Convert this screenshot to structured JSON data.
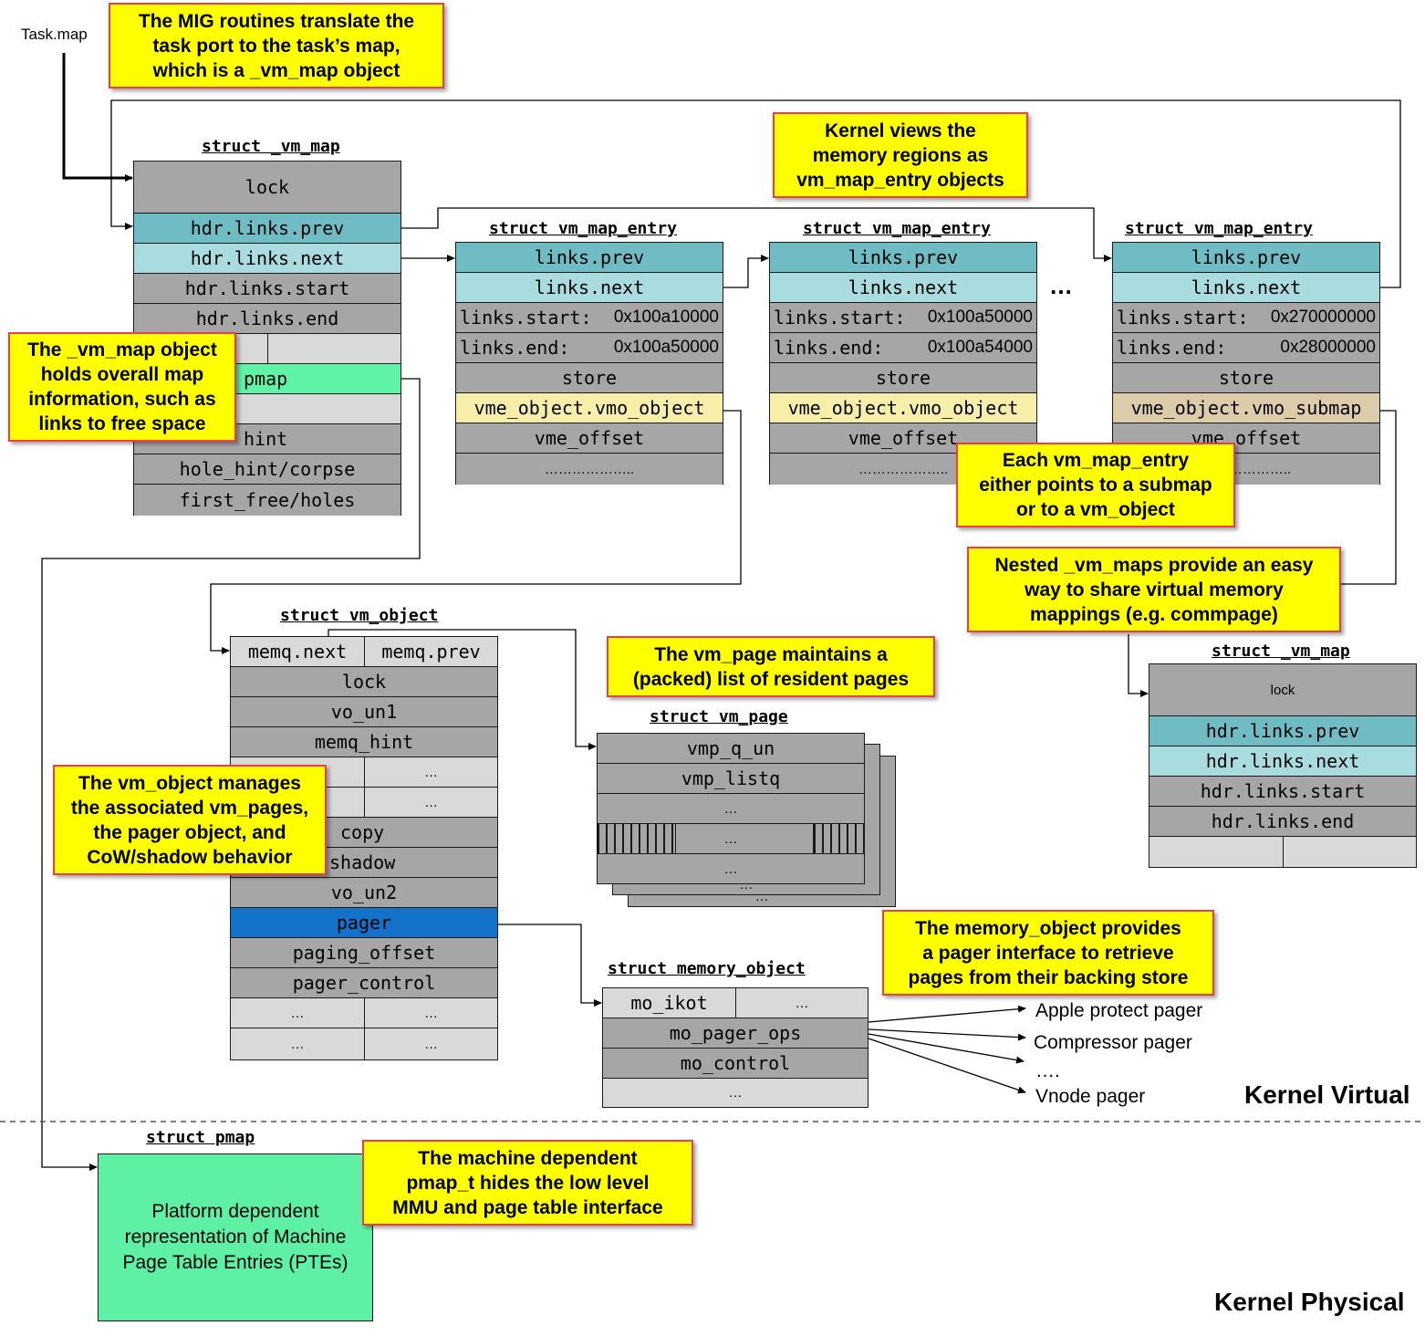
{
  "task_map_label": "Task.map",
  "vm_map": {
    "title": "struct _vm_map",
    "rows": [
      "lock",
      "hdr.links.prev",
      "hdr.links.next",
      "hdr.links.start",
      "hdr.links.end",
      "",
      "pmap",
      "",
      "hint",
      "hole_hint/corpse",
      "first_free/holes"
    ]
  },
  "entries": [
    {
      "title": "struct vm_map_entry",
      "prev": "links.prev",
      "next": "links.next",
      "start_label": "links.start:",
      "start_val": "0x100a10000",
      "end_label": "links.end:",
      "end_val": "0x100a50000",
      "store": "store",
      "object": "vme_object.vmo_object",
      "offset": "vme_offset",
      "more": "……………….."
    },
    {
      "title": "struct vm_map_entry",
      "prev": "links.prev",
      "next": "links.next",
      "start_label": "links.start:",
      "start_val": "0x100a50000",
      "end_label": "links.end:",
      "end_val": "0x100a54000",
      "store": "store",
      "object": "vme_object.vmo_object",
      "offset": "vme_offset",
      "more": "……………….."
    },
    {
      "title": "struct vm_map_entry",
      "prev": "links.prev",
      "next": "links.next",
      "start_label": "links.start:",
      "start_val": "0x270000000",
      "end_label": "links.end:",
      "end_val": "0x28000000",
      "store": "store",
      "object": "vme_object.vmo_submap",
      "offset": "vme_offset",
      "more": "……………….."
    }
  ],
  "ellipsis": "…",
  "vm_object": {
    "title": "struct vm_object",
    "memq_next": "memq.next",
    "memq_prev": "memq.prev",
    "rows": [
      "lock",
      "vo_un1",
      "memq_hint",
      "copy",
      "shadow",
      "vo_un2",
      "pager",
      "paging_offset",
      "pager_control"
    ],
    "dots": "…"
  },
  "vm_page": {
    "title": "struct vm_page",
    "rows": [
      "vmp_q_un",
      "vmp_listq",
      "…",
      "…",
      "…"
    ],
    "back_dots": "…"
  },
  "memory_object": {
    "title": "struct memory_object",
    "mo_ikot": "mo_ikot",
    "rows": [
      "mo_pager_ops",
      "mo_control"
    ],
    "dots": "…"
  },
  "pagers": [
    "Apple protect pager",
    "Compressor pager",
    "….",
    "Vnode pager"
  ],
  "submap": {
    "title": "struct _vm_map",
    "rows": [
      "lock",
      "hdr.links.prev",
      "hdr.links.next",
      "hdr.links.start",
      "hdr.links.end"
    ]
  },
  "pmap": {
    "title": "struct pmap",
    "text": [
      "Platform dependent",
      "representation of Machine",
      "Page Table Entries (PTEs)"
    ]
  },
  "notes": {
    "mig": [
      "The MIG routines translate the",
      "task port to the task’s map,",
      "which is a _vm_map  object"
    ],
    "kernel_views": [
      "Kernel views the",
      "memory regions as",
      "vm_map_entry objects"
    ],
    "vm_map_object": [
      "The _vm_map  object",
      "holds overall map",
      "information, such as",
      "links to free space"
    ],
    "each_entry": [
      "Each vm_map_entry",
      "either points to a submap",
      "or to a vm_object"
    ],
    "nested": [
      "Nested _vm_maps provide an easy",
      "way to share virtual memory",
      "mappings (e.g. commpage)"
    ],
    "vm_page": [
      "The vm_page maintains a",
      "(packed) list of resident pages"
    ],
    "vm_object": [
      "The vm_object manages",
      "the associated vm_pages,",
      "the pager object, and",
      "CoW/shadow behavior"
    ],
    "memory_object": [
      "The memory_object provides",
      "a pager interface to retrieve",
      "pages from their backing store"
    ],
    "pmap": [
      "The machine dependent",
      "pmap_t hides the low level",
      "MMU and page table interface"
    ]
  },
  "region_labels": {
    "virtual": "Kernel Virtual",
    "physical": "Kernel Physical"
  }
}
